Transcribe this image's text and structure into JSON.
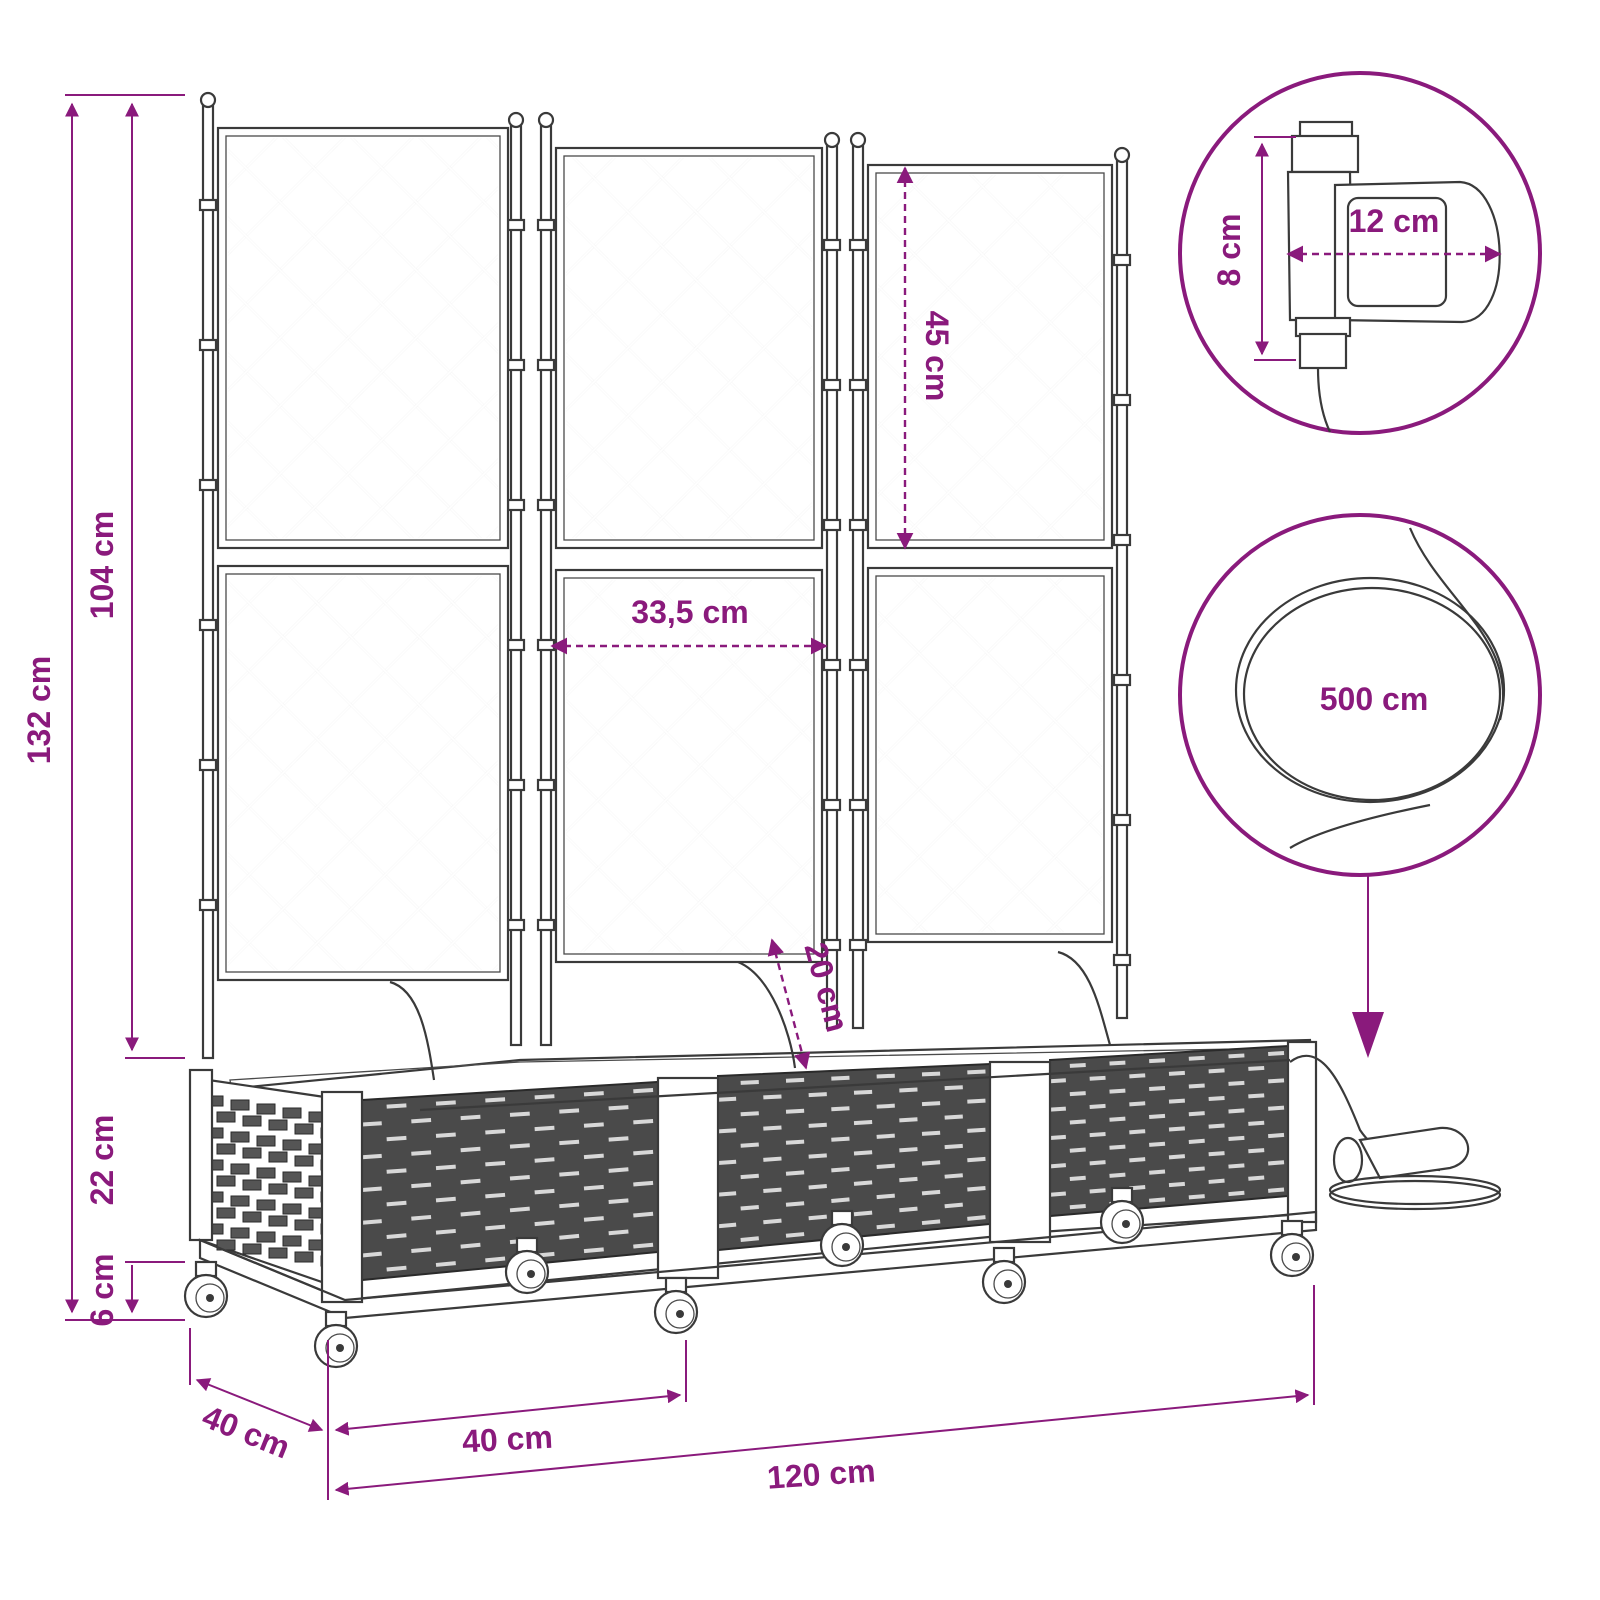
{
  "colors": {
    "accent": "#8a1a7c",
    "line_art": "#3a3a3a",
    "background": "#ffffff"
  },
  "dimensions": {
    "total_height": "132 cm",
    "trellis_height": "104 cm",
    "box_height": "22 cm",
    "wheel_height": "6 cm",
    "depth": "40 cm",
    "section_width": "40 cm",
    "total_width": "120 cm",
    "trellis_panel_width": "33,5 cm",
    "trellis_panel_height": "45 cm",
    "drip_pipe_length": "20 cm"
  },
  "insets": {
    "timer": {
      "height": "8 cm",
      "width": "12 cm",
      "icon": "water-timer-icon"
    },
    "hose": {
      "length": "500 cm",
      "icon": "coiled-hose-icon"
    }
  }
}
